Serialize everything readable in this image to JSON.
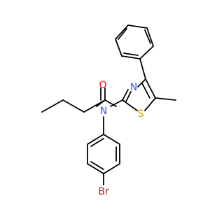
{
  "molecule": {
    "atoms": [
      {
        "id": "O",
        "label": "O",
        "color": "#FF0D0D"
      },
      {
        "id": "N",
        "label": "N",
        "color": "#3050F8"
      },
      {
        "id": "Nt",
        "label": "N",
        "color": "#3050F8"
      },
      {
        "id": "S",
        "label": "S",
        "color": "#C8A000"
      },
      {
        "id": "Br",
        "label": "Br",
        "color": "#A62929"
      }
    ],
    "bond_color": "#000000"
  }
}
